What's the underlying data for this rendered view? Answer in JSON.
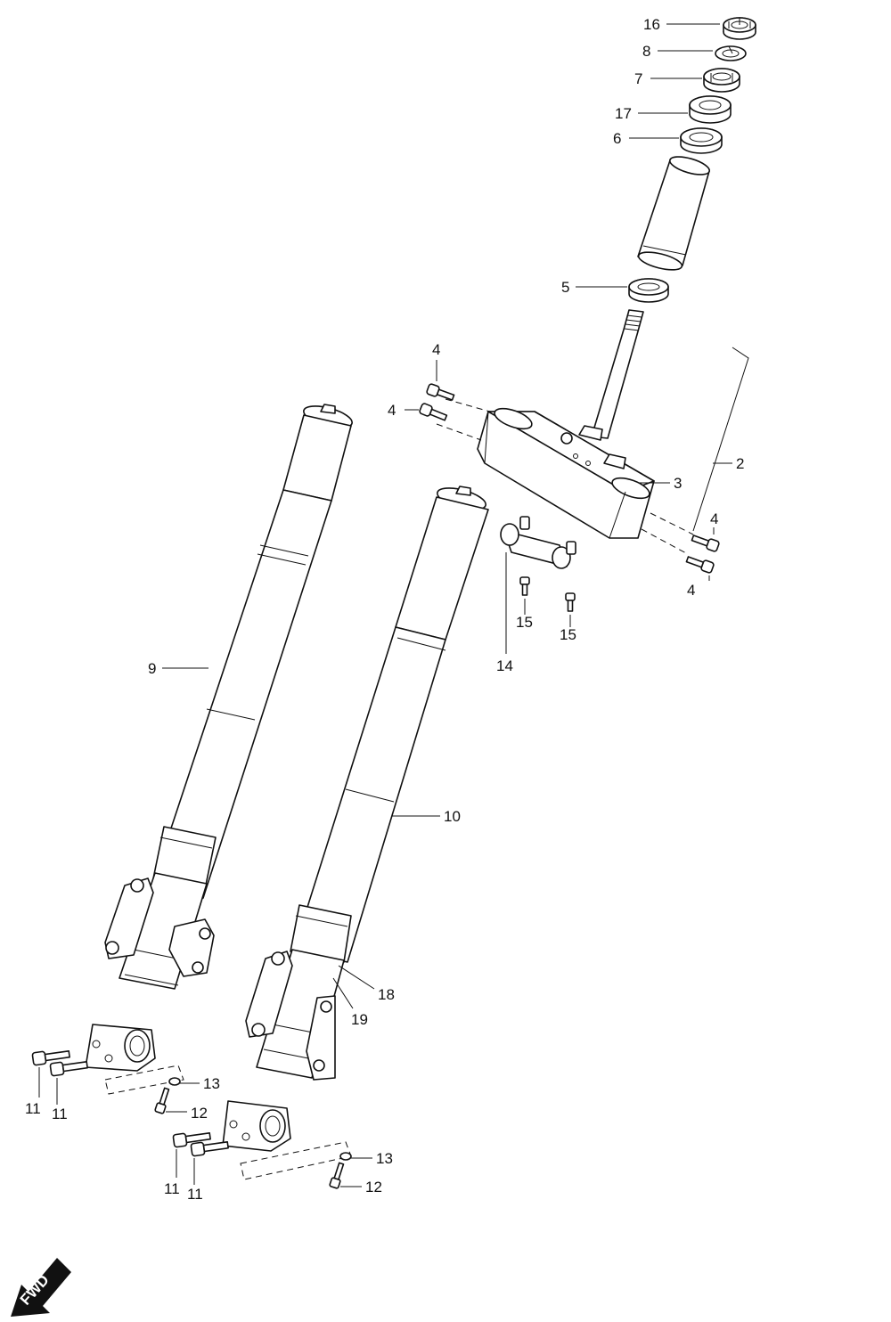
{
  "callouts": [
    {
      "id": "c16a",
      "text": "16"
    },
    {
      "id": "c8a",
      "text": "8"
    },
    {
      "id": "c7a",
      "text": "7"
    },
    {
      "id": "c17a",
      "text": "17"
    },
    {
      "id": "c6a",
      "text": "6"
    },
    {
      "id": "c5a",
      "text": "5"
    },
    {
      "id": "c4a",
      "text": "4"
    },
    {
      "id": "c4b",
      "text": "4"
    },
    {
      "id": "c2a",
      "text": "2"
    },
    {
      "id": "c3a",
      "text": "3"
    },
    {
      "id": "c4c",
      "text": "4"
    },
    {
      "id": "c4d",
      "text": "4"
    },
    {
      "id": "c15a",
      "text": "15"
    },
    {
      "id": "c15b",
      "text": "15"
    },
    {
      "id": "c14a",
      "text": "14"
    },
    {
      "id": "c9a",
      "text": "9"
    },
    {
      "id": "c10a",
      "text": "10"
    },
    {
      "id": "c18a",
      "text": "18"
    },
    {
      "id": "c19a",
      "text": "19"
    },
    {
      "id": "c13a",
      "text": "13"
    },
    {
      "id": "c12a",
      "text": "12"
    },
    {
      "id": "c11a",
      "text": "11"
    },
    {
      "id": "c11b",
      "text": "11"
    },
    {
      "id": "c13b",
      "text": "13"
    },
    {
      "id": "c12b",
      "text": "12"
    },
    {
      "id": "c11c",
      "text": "11"
    },
    {
      "id": "c11d",
      "text": "11"
    }
  ],
  "fwd_badge": "FWD"
}
